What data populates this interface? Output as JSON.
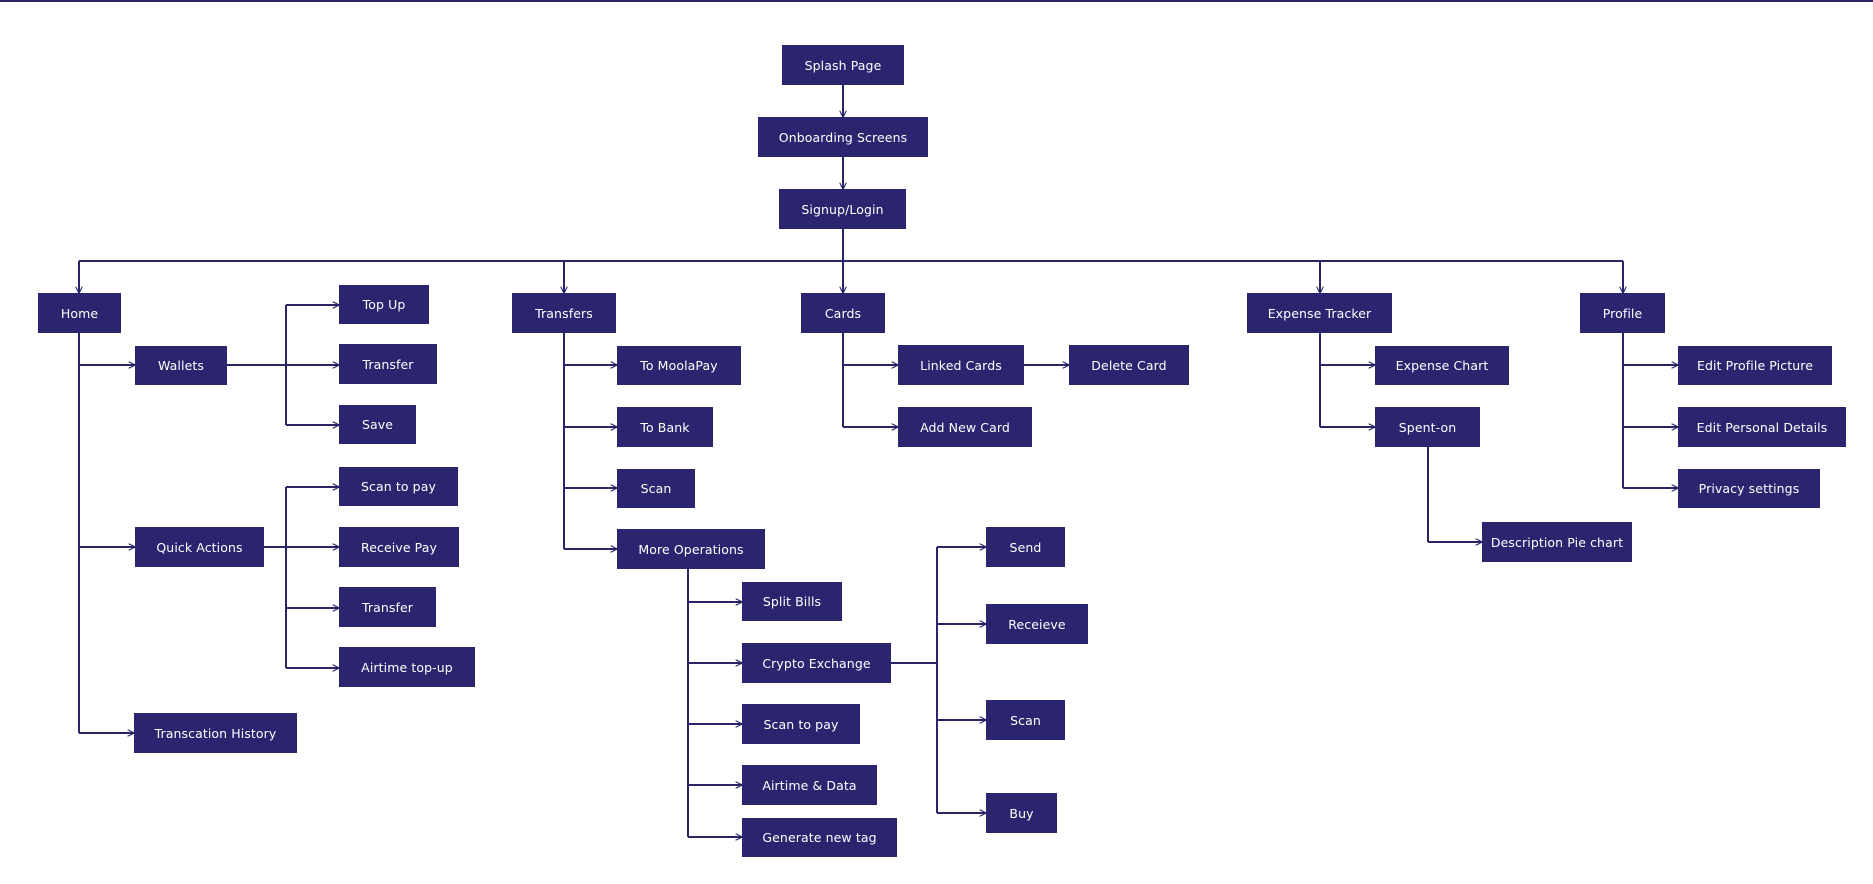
{
  "diagram": {
    "line_color": "#2a2566",
    "node_color": "#2b2570",
    "text_color": "#ffffff",
    "nodes": {
      "splash": "Splash Page",
      "onboarding": "Onboarding Screens",
      "signup": "Signup/Login",
      "home": "Home",
      "wallets": "Wallets",
      "topup": "Top Up",
      "wallet_transfer": "Transfer",
      "save": "Save",
      "quick_actions": "Quick Actions",
      "qa_scan_to_pay": "Scan to pay",
      "receive_pay": "Receive Pay",
      "qa_transfer": "Transfer",
      "airtime_topup": "Airtime top-up",
      "transaction_history": "Transcation History",
      "transfers": "Transfers",
      "to_moolapay": "To MoolaPay",
      "to_bank": "To Bank",
      "transfers_scan": "Scan",
      "more_operations": "More Operations",
      "split_bills": "Split Bills",
      "crypto_exchange": "Crypto Exchange",
      "mo_scan_to_pay": "Scan to pay",
      "airtime_data": "Airtime & Data",
      "generate_tag": "Generate new tag",
      "send": "Send",
      "receive": "Receieve",
      "crypto_scan": "Scan",
      "buy": "Buy",
      "cards": "Cards",
      "linked_cards": "Linked Cards",
      "delete_card": "Delete Card",
      "add_new_card": "Add New Card",
      "expense_tracker": "Expense Tracker",
      "expense_chart": "Expense Chart",
      "spent_on": "Spent-on",
      "description_pie": "Description Pie chart",
      "profile": "Profile",
      "edit_profile_picture": "Edit Profile Picture",
      "edit_personal_details": "Edit Personal Details",
      "privacy_settings": "Privacy settings"
    }
  }
}
